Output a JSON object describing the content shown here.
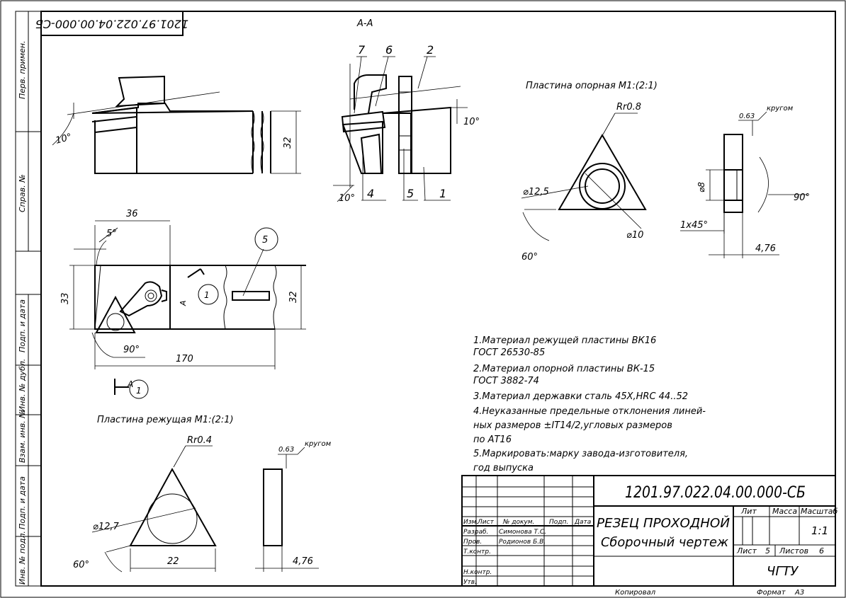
{
  "drawing_number_top": "1201.97.022.04.00.000-СБ",
  "section_title": "A-A",
  "side_stamp": [
    "Перв. примен.",
    "Справ. №",
    "Подп. и дата",
    "Инв. № дубл.",
    "Взам. инв. №",
    "Подп. и дата",
    "Инв. № подл."
  ],
  "dims": {
    "side_angle": "10°",
    "side_height": "32",
    "plan_width_36": "36",
    "plan_angle_5": "5°",
    "plan_height_33": "33",
    "plan_height_32": "32",
    "plan_angle_90": "90°",
    "plan_length": "170",
    "sec_angle_top": "10°",
    "sec_angle_bottom": "10°",
    "view_letter_a": "A",
    "view_num_a": "1",
    "view_num_b": "1",
    "bubble_5": "5"
  },
  "callouts": [
    "7",
    "6",
    "2",
    "4",
    "5",
    "1"
  ],
  "support_plate": {
    "title": "Пластина опорная  М1:(2:1)",
    "radius": "Rr0.8",
    "dia_outer": "⌀12,5",
    "dia_inner": "⌀10",
    "angle": "60°",
    "rough": "0.63",
    "rough_note": "кругом",
    "dia_side": "⌀8",
    "chamfer": "1x45°",
    "angle_side": "90°",
    "thickness": "4,76"
  },
  "cutting_plate": {
    "title": "Пластина режущая  М1:(2:1)",
    "radius": "Rr0.4",
    "dia": "⌀12,7",
    "angle": "60°",
    "side": "22",
    "rough": "0.63",
    "rough_note": "кругом",
    "thickness": "4,76"
  },
  "notes": [
    "1.Материал режущей пластины ВК16",
    "   ГОСТ 26530-85",
    "2.Материал опорной пластины ВК-15",
    "   ГОСТ 3882-74",
    "3.Материал державки сталь 45Х,HRC 44..52",
    "4.Неуказанные предельные отклонения линей-",
    "   ных размеров ±IT14/2,угловых размеров",
    "   по АТ16",
    "5.Маркировать:марку завода-изготовителя,",
    "   год выпуска"
  ],
  "title_block": {
    "doc_number": "1201.97.022.04.00.000-СБ",
    "name_line1": "РЕЗЕЦ ПРОХОДНОЙ",
    "name_line2": "Сборочный чертеж",
    "col_headers": [
      "Изм.",
      "Лист",
      "№ докум.",
      "Подп.",
      "Дата"
    ],
    "roles": [
      "Разраб.",
      "Пров.",
      "Т.контр.",
      "Н.контр.",
      "Утв."
    ],
    "names": [
      "Симонова Т.С.",
      "Родионов Б.В."
    ],
    "lit_label": "Лит",
    "mass_label": "Масса",
    "scale_label": "Масштаб",
    "scale_value": "1:1",
    "sheet_label": "Лист",
    "sheet_value": "5",
    "sheets_label": "Листов",
    "sheets_value": "6",
    "org": "ЧГТУ",
    "copied": "Копировал",
    "format_label": "Формат",
    "format_value": "А3"
  }
}
